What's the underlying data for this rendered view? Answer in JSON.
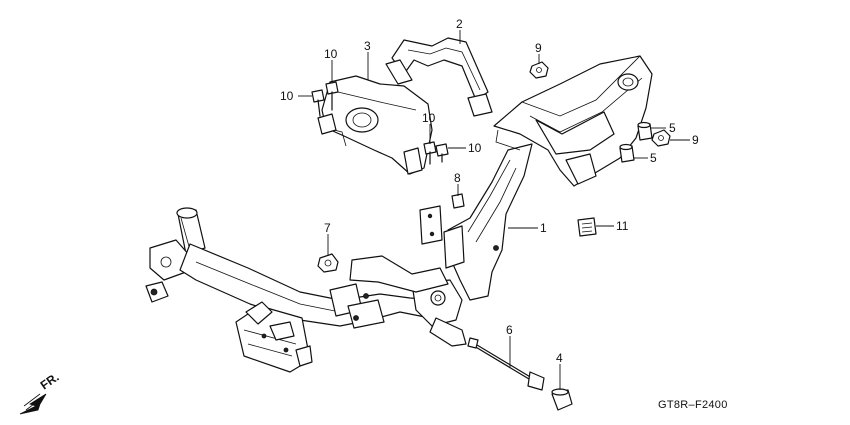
{
  "diagram": {
    "code": "GT8R–F2400",
    "direction_label": "FR.",
    "direction_icon": "arrow-down-left-icon",
    "callouts": [
      {
        "id": "c1",
        "label": "1"
      },
      {
        "id": "c2",
        "label": "2"
      },
      {
        "id": "c3",
        "label": "3"
      },
      {
        "id": "c4",
        "label": "4"
      },
      {
        "id": "c5a",
        "label": "5"
      },
      {
        "id": "c5b",
        "label": "5"
      },
      {
        "id": "c6",
        "label": "6"
      },
      {
        "id": "c7",
        "label": "7"
      },
      {
        "id": "c8",
        "label": "8"
      },
      {
        "id": "c9a",
        "label": "9"
      },
      {
        "id": "c9b",
        "label": "9"
      },
      {
        "id": "c10a",
        "label": "10"
      },
      {
        "id": "c10b",
        "label": "10"
      },
      {
        "id": "c10c",
        "label": "10"
      },
      {
        "id": "c10d",
        "label": "10"
      },
      {
        "id": "c11",
        "label": "11"
      }
    ]
  }
}
